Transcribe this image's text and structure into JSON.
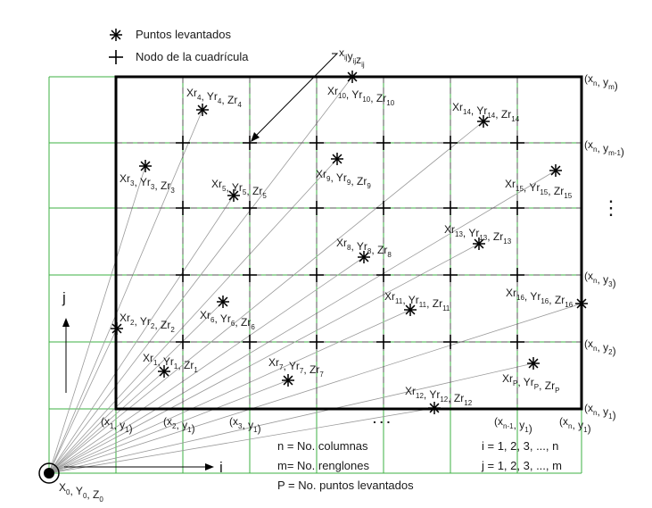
{
  "legend": {
    "survey_label": "Puntos levantados",
    "node_label": "Nodo de la cuadrícula",
    "survey_icon": "asterisk-icon",
    "node_icon": "plus-icon"
  },
  "colors": {
    "outer_grid": "#3cb043",
    "border": "#000000",
    "dashed_grid": "#555555",
    "rays": "#9a9a9a",
    "text": "#1a1a1a"
  },
  "node_callout": {
    "parts": [
      [
        "x",
        "ij"
      ],
      [
        "y",
        "ij"
      ],
      [
        "z",
        "ij"
      ]
    ]
  },
  "right_labels": [
    {
      "id": "ym",
      "parts": [
        [
          "(x",
          "n"
        ],
        [
          ", y",
          "m"
        ],
        [
          ")",
          ""
        ]
      ]
    },
    {
      "id": "ym1",
      "parts": [
        [
          "(x",
          "n"
        ],
        [
          ", y",
          "m-1"
        ],
        [
          ")",
          ""
        ]
      ]
    },
    {
      "id": "dots",
      "text": "⋮"
    },
    {
      "id": "y3",
      "parts": [
        [
          "(x",
          "n"
        ],
        [
          ", y",
          "3"
        ],
        [
          ")",
          ""
        ]
      ]
    },
    {
      "id": "y2",
      "parts": [
        [
          "(x",
          "n"
        ],
        [
          ", y",
          "2"
        ],
        [
          ")",
          ""
        ]
      ]
    },
    {
      "id": "y1",
      "parts": [
        [
          "(x",
          "n"
        ],
        [
          ", y",
          "1"
        ],
        [
          ")",
          ""
        ]
      ]
    }
  ],
  "bottom_labels": [
    {
      "id": "x1",
      "parts": [
        [
          "(x",
          "1"
        ],
        [
          ", y",
          "1"
        ],
        [
          ")",
          ""
        ]
      ]
    },
    {
      "id": "x2",
      "parts": [
        [
          "(x",
          "2"
        ],
        [
          ", y",
          "1"
        ],
        [
          ")",
          ""
        ]
      ]
    },
    {
      "id": "x3",
      "parts": [
        [
          "(x",
          "3"
        ],
        [
          ", y",
          "1"
        ],
        [
          ")",
          ""
        ]
      ]
    },
    {
      "id": "dots",
      "text": ". . ."
    },
    {
      "id": "xn1",
      "parts": [
        [
          "(x",
          "n-1"
        ],
        [
          ", y",
          "1"
        ],
        [
          ")",
          ""
        ]
      ]
    },
    {
      "id": "xn",
      "parts": [
        [
          "(x",
          "n"
        ],
        [
          ", y",
          "1"
        ],
        [
          ")",
          ""
        ]
      ]
    }
  ],
  "survey_points": [
    {
      "id": "r1",
      "parts": [
        [
          "Xr",
          "1"
        ],
        [
          ", Yr",
          "1"
        ],
        [
          ", Zr",
          "1"
        ]
      ]
    },
    {
      "id": "r2",
      "parts": [
        [
          "Xr",
          "2"
        ],
        [
          ", Yr",
          "2"
        ],
        [
          ", Zr",
          "2"
        ]
      ]
    },
    {
      "id": "r3",
      "parts": [
        [
          "Xr",
          "3"
        ],
        [
          ", Yr",
          "3"
        ],
        [
          ", Zr",
          "3"
        ]
      ]
    },
    {
      "id": "r4",
      "parts": [
        [
          "Xr",
          "4"
        ],
        [
          ", Yr",
          "4"
        ],
        [
          ", Zr",
          "4"
        ]
      ]
    },
    {
      "id": "r5",
      "parts": [
        [
          "Xr",
          "5"
        ],
        [
          ", Yr",
          "5"
        ],
        [
          ", Zr",
          "5"
        ]
      ]
    },
    {
      "id": "r6",
      "parts": [
        [
          "Xr",
          "6"
        ],
        [
          ", Yr",
          "6"
        ],
        [
          ", Zr",
          "6"
        ]
      ]
    },
    {
      "id": "r7",
      "parts": [
        [
          "Xr",
          "7"
        ],
        [
          ", Yr",
          "7"
        ],
        [
          ", Zr",
          "7"
        ]
      ]
    },
    {
      "id": "r8",
      "parts": [
        [
          "Xr",
          "8"
        ],
        [
          ", Yr",
          "8"
        ],
        [
          ", Zr",
          "8"
        ]
      ]
    },
    {
      "id": "r9",
      "parts": [
        [
          "Xr",
          "9"
        ],
        [
          ", Yr",
          "9"
        ],
        [
          ", Zr",
          "9"
        ]
      ]
    },
    {
      "id": "r10",
      "parts": [
        [
          "Xr",
          "10"
        ],
        [
          ", Yr",
          "10"
        ],
        [
          ", Zr",
          "10"
        ]
      ]
    },
    {
      "id": "r11",
      "parts": [
        [
          "Xr",
          "11"
        ],
        [
          ", Yr",
          "11"
        ],
        [
          ", Zr",
          "11"
        ]
      ]
    },
    {
      "id": "r12",
      "parts": [
        [
          "Xr",
          "12"
        ],
        [
          ", Yr",
          "12"
        ],
        [
          ", Zr",
          "12"
        ]
      ]
    },
    {
      "id": "r13",
      "parts": [
        [
          "Xr",
          "13"
        ],
        [
          ", Yr",
          "13"
        ],
        [
          ", Zr",
          "13"
        ]
      ]
    },
    {
      "id": "r14",
      "parts": [
        [
          "Xr",
          "14"
        ],
        [
          ", Yr",
          "14"
        ],
        [
          ", Zr",
          "14"
        ]
      ]
    },
    {
      "id": "r15",
      "parts": [
        [
          "Xr",
          "15"
        ],
        [
          ", Yr",
          "15"
        ],
        [
          ", Zr",
          "15"
        ]
      ]
    },
    {
      "id": "r16",
      "parts": [
        [
          "Xr",
          "16"
        ],
        [
          ", Yr",
          "16"
        ],
        [
          ", Zr",
          "16"
        ]
      ]
    },
    {
      "id": "rP",
      "parts": [
        [
          "Xr",
          "P"
        ],
        [
          ", Yr",
          "P"
        ],
        [
          ", Zr",
          "P"
        ]
      ]
    }
  ],
  "origin_label": {
    "parts": [
      [
        "X",
        "0"
      ],
      [
        ", Y",
        "0"
      ],
      [
        ", Z",
        "0"
      ]
    ]
  },
  "axes": {
    "i": "i",
    "j": "j"
  },
  "info": {
    "n_line": "n = No. columnas",
    "m_line": "m= No. renglones",
    "p_line": "P = No. puntos levantados",
    "i_line": "i = 1, 2, 3, ..., n",
    "j_line": "j = 1, 2, 3, ..., m"
  }
}
